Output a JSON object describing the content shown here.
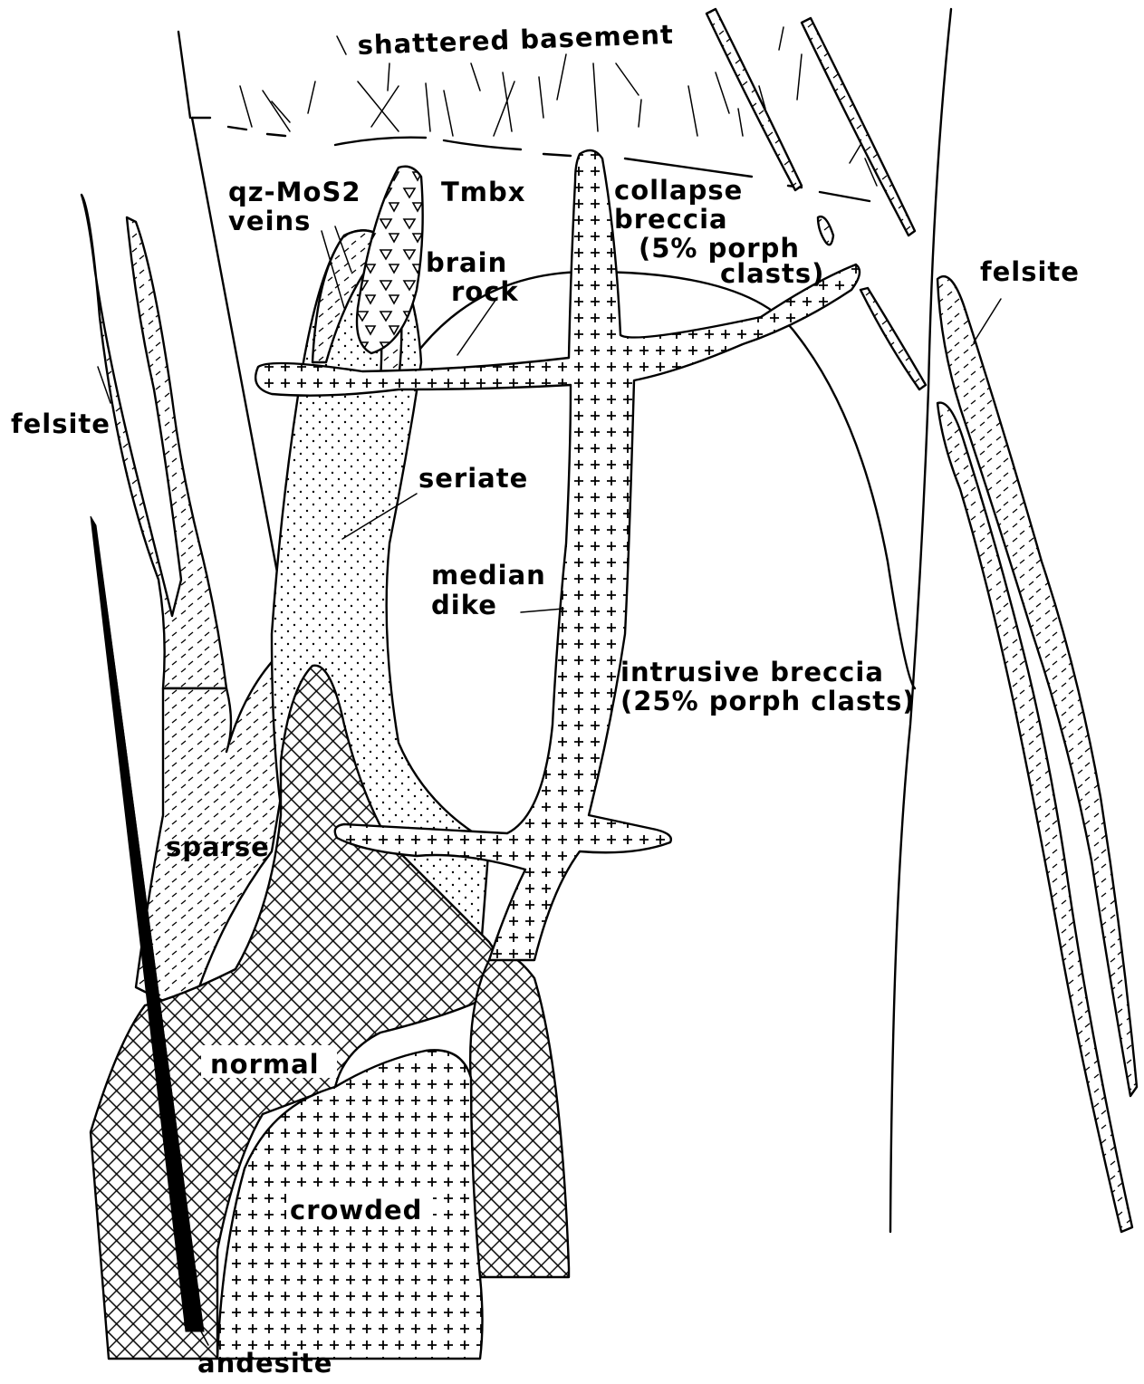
{
  "labels": {
    "shattered_basement": "shattered basement",
    "qz_mos2_1": "qz-MoS2",
    "qz_mos2_2": "veins",
    "tmbx": "Tmbx",
    "collapse_1": "collapse",
    "collapse_2": "breccia",
    "collapse_3": "(5% porph",
    "collapse_4": "clasts)",
    "brain_1": "brain",
    "brain_2": "rock",
    "felsite_left": "felsite",
    "felsite_right": "felsite",
    "seriate": "seriate",
    "median_1": "median",
    "median_2": "dike",
    "intrusive_1": "intrusive breccia",
    "intrusive_2": "(25% porph clasts)",
    "sparse": "sparse",
    "normal": "normal",
    "crowded": "crowded",
    "andesite": "andesite"
  },
  "colors": {
    "ink": "#000000",
    "paper": "#ffffff"
  }
}
